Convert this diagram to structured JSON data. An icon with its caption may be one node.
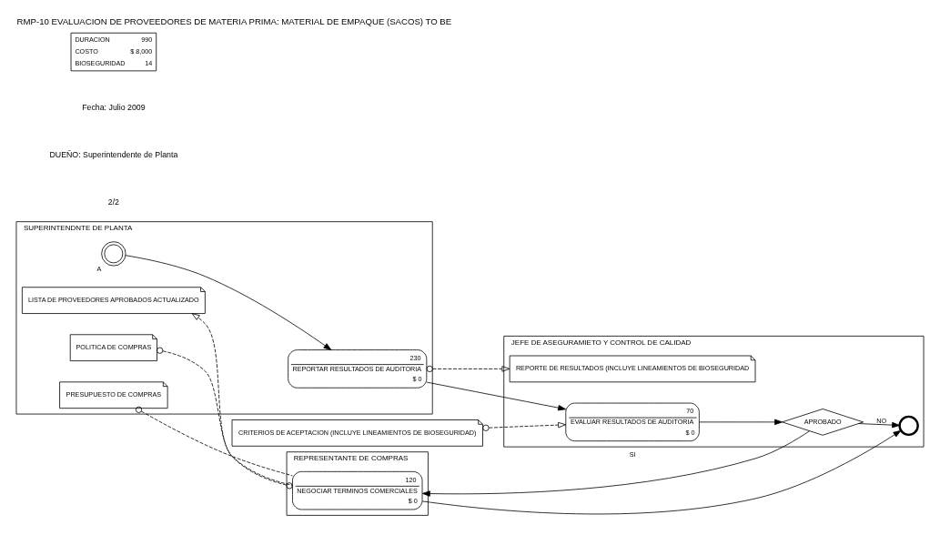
{
  "diagram": {
    "title": "RMP-10 EVALUACION DE PROVEEDORES DE MATERIA PRIMA: MATERIAL DE EMPAQUE (SACOS) TO BE",
    "nodes": [
      {
        "text": [
          "REPRESENTANTE DE COMPRAS"
        ]
      },
      {
        "text": [
          "120",
          "NEGOCIAR TERMINOS COMERCIALES",
          "$ 0"
        ],
        "in": 0
      },
      {
        "text": [
          "SUPERINTENDNTE DE PLANTA"
        ]
      },
      {
        "text": [],
        "shape": "circle",
        "beside": [
          "A"
        ],
        "in": 2
      },
      {
        "text": [
          "230",
          "REPORTAR RESULTADOS DE AUDITORIA",
          "$ 0"
        ],
        "in": 2
      },
      {
        "text": [
          "POLITICA DE COMPRAS"
        ],
        "in": 2
      },
      {
        "text": [
          "LISTA DE PROVEEDORES APROBADOS ACTUALIZADO"
        ],
        "in": 2
      },
      {
        "text": [
          "PRESUPUESTO DE COMPRAS"
        ],
        "in": 2
      },
      {
        "text": [
          "JEFE DE ASEGURAMIETO Y CONTROL DE CALIDAD"
        ]
      },
      {
        "text": [
          "REPORTE DE RESULTADOS (INCLUYE LINEAMIENTOS DE BIOSEGURIDAD"
        ],
        "in": 8
      },
      {
        "text": [
          "70",
          "EVALUAR RESULTADOS DE AUDITORIA",
          "$ 0"
        ],
        "in": 8
      },
      {
        "text": [
          "APROBADO"
        ],
        "in": 8
      },
      {
        "text": [],
        "shape": "circle",
        "in": 8
      },
      {
        "text": [
          "CRITERIOS DE ACEPTACION (INCLUYE LINEAMIENTOS DE BIOSEGURIDAD)"
        ]
      }
    ],
    "edges": [
      {
        "from": 3,
        "to": 4,
        "arrow": "to"
      },
      {
        "from": 4,
        "to": 10,
        "arrow": "to"
      },
      {
        "from": 10,
        "to": 11,
        "arrow": "to"
      },
      {
        "from": 11,
        "to": 1,
        "arrow": "to",
        "label": "SI"
      },
      {
        "from": 11,
        "to": 12,
        "arrow": "to",
        "label": "NO"
      },
      {
        "from": 1,
        "to": 12,
        "arrow": "to"
      },
      {
        "from": 4,
        "to": 9,
        "arrow": "to",
        "style": "dashed"
      },
      {
        "from": 5,
        "to": 1,
        "arrow": "other",
        "style": "dashed"
      },
      {
        "from": 1,
        "to": 6,
        "arrow": "to",
        "style": "dashed"
      },
      {
        "from": 7,
        "to": 1,
        "arrow": "other",
        "style": "dashed"
      },
      {
        "from": 13,
        "to": 10,
        "arrow": "to",
        "style": "dashed"
      }
    ],
    "labels": [
      "2/2",
      "DUEÑO: Superintendente de Planta",
      "Fecha: Julio 2009",
      "DURACION",
      "990",
      "COSTO",
      "$ 8,000",
      "BIOSEGURIDAD",
      "14"
    ]
  }
}
